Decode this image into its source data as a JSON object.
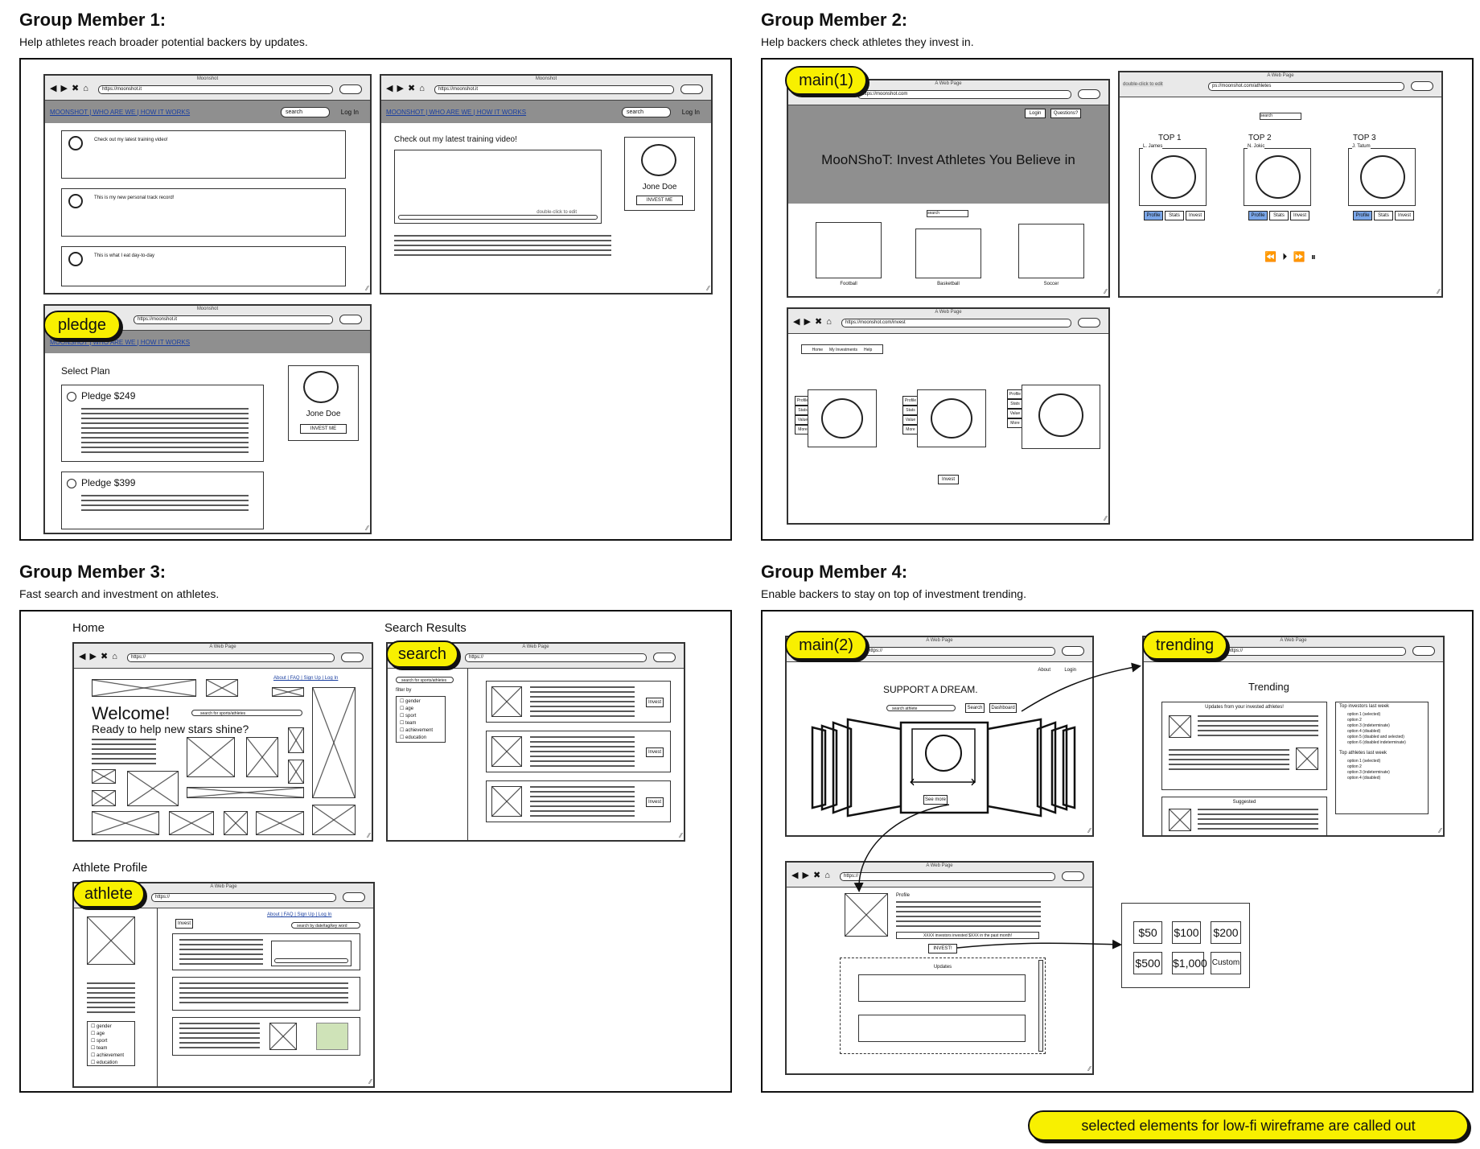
{
  "groups": {
    "g1": {
      "title": "Group Member 1:",
      "desc": "Help athletes reach broader potential backers by updates."
    },
    "g2": {
      "title": "Group Member 2:",
      "desc": "Help backers check athletes they invest in."
    },
    "g3": {
      "title": "Group Member 3:",
      "desc": "Fast search and investment on athletes."
    },
    "g4": {
      "title": "Group Member 4:",
      "desc": "Enable backers to stay on top of investment trending."
    }
  },
  "common": {
    "moonshot_title": "Moonshot",
    "web_page_title": "A Web Page",
    "url_moonshot": "https://moonshot.it",
    "url_generic": "https://",
    "url_moon_com": "https://moonshot.com",
    "url_athletes": "ps://moonshot.com/athletes",
    "url_invest": "https://moonshot.com/invest",
    "nav_links": "MOONSHOT | WHO ARE WE | HOW IT WORKS",
    "search_placeholder": "search",
    "login": "Log In",
    "about_links": "About | FAQ | Sign Up | Log In",
    "invest": "Invest",
    "double_click": "double-click to edit"
  },
  "g1": {
    "feed_posts": [
      "Check out my latest training video!",
      "This is my new personal track record!",
      "This is what I eat day-to-day"
    ],
    "video_caption": "Check out my latest training video!",
    "athlete_name": "Jone Doe",
    "invest_me": "INVEST ME",
    "select_plan": "Select Plan",
    "pledge1": "Pledge $249",
    "pledge2": "Pledge $399"
  },
  "g2": {
    "login_btn": "Login",
    "questions_btn": "Questions?",
    "hero": "MooNShoT: Invest Athletes You Believe in",
    "sports": [
      "Football",
      "Basketball",
      "Soccer"
    ],
    "tops": [
      "TOP 1",
      "TOP 2",
      "TOP 3"
    ],
    "top_names": [
      "L. James",
      "N. Jokic",
      "J. Tatum"
    ],
    "tab_labels": [
      "Profile",
      "Stats",
      "Invest"
    ],
    "invest_menu": [
      "Home",
      "My Investments",
      "Help"
    ],
    "side_tabs": [
      "Profile",
      "Stats",
      "Value",
      "More"
    ]
  },
  "g3": {
    "home_label": "Home",
    "results_label": "Search Results",
    "profile_label": "Athlete Profile",
    "welcome": "Welcome!",
    "welcome_sub": "Ready to help new stars shine?",
    "search_sports": "search for sports/athletes",
    "search_by": "search by date/tag/key word",
    "filter_by": "filter by",
    "filters": [
      "gender",
      "age",
      "sport",
      "team",
      "achievement",
      "education"
    ]
  },
  "g4": {
    "support": "SUPPORT A DREAM.",
    "search_athlete": "search athlete",
    "search_btn": "Search",
    "dashboard_btn": "Dashboard",
    "about": "About",
    "login": "Login",
    "see_more": "See more",
    "trending": "Trending",
    "updates_title": "Updates from your invested athletes!",
    "suggested": "Suggested",
    "top_investors": "Top investors last week",
    "top_investors_opts": [
      "option 1 (selected)",
      "option 2",
      "option 3 (indeterminate)",
      "option 4 (disabled)",
      "option 5 (disabled and selected)",
      "option 6 (disabled indeterminate)"
    ],
    "top_athletes": "Top athletes last week",
    "top_athletes_opts": [
      "option 1 (selected)",
      "option 2",
      "option 3 (indeterminate)",
      "option 4 (disabled)"
    ],
    "profile": "Profile",
    "investors_line": "XXXX investors invested $XXX in the past month!",
    "invest_btn": "INVEST!",
    "updates": "Updates",
    "prices": [
      "$50",
      "$100",
      "$200",
      "$500",
      "$1,000",
      "Custom"
    ]
  },
  "callouts": {
    "pledge": "pledge",
    "main1": "main(1)",
    "search": "search",
    "athlete": "athlete",
    "main2": "main(2)",
    "trending": "trending",
    "legend": "selected elements for low-fi wireframe are called out"
  },
  "colors": {
    "highlight": "#f8f000",
    "menubar": "#8f8f8f",
    "link": "#1a3fa0",
    "tab_active": "#7aa6e8"
  }
}
